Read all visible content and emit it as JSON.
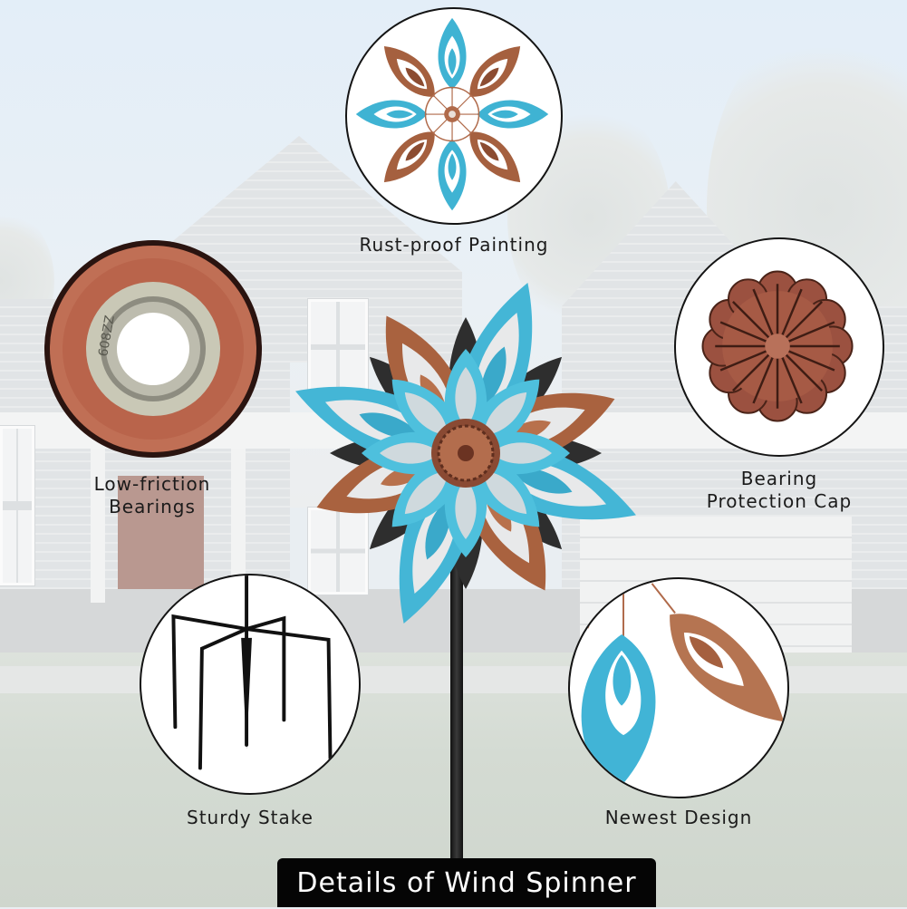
{
  "banner": {
    "title": "Details of Wind Spinner"
  },
  "features": [
    {
      "id": "rust-proof-painting",
      "label": "Rust-proof Painting",
      "icon": "peacock-petal-wheel"
    },
    {
      "id": "low-friction-bearings",
      "label_line1": "Low-friction",
      "label_line2": "Bearings",
      "icon": "ball-bearing",
      "bearing_mark": "608ZZ"
    },
    {
      "id": "bearing-protection-cap",
      "label_line1": "Bearing",
      "label_line2": "Protection Cap",
      "icon": "copper-flower-cap"
    },
    {
      "id": "sturdy-stake",
      "label": "Sturdy Stake",
      "icon": "four-leg-stake"
    },
    {
      "id": "newest-design",
      "label": "Newest Design",
      "icon": "teal-copper-petals"
    }
  ],
  "colors": {
    "teal": "#3fb3d3",
    "copper": "#b06a4a",
    "dark_copper": "#7a3f28",
    "black": "#2a2a2a",
    "banner_bg": "#050505",
    "banner_text": "#ffffff"
  }
}
